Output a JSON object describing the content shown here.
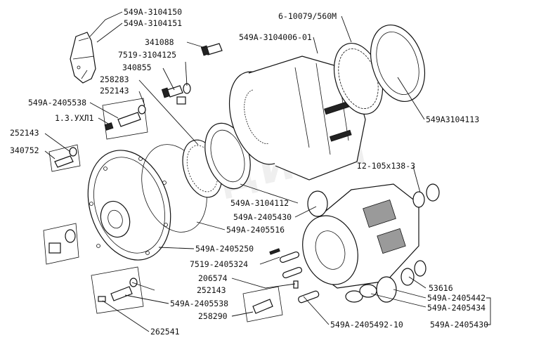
{
  "watermark": "ДИАЛ",
  "labels": {
    "p549A_3104150": "549A-3104150",
    "p549A_3104151": "549A-3104151",
    "p6_10079_560M": "6-10079/560M",
    "p549A_3104006_01": "549A-3104006-01",
    "p341088": "341088",
    "p7519_3104125": "7519-3104125",
    "p340855": "340855",
    "p258283": "258283",
    "p252143_a": "252143",
    "p549A_2405538_a": "549A-2405538",
    "p1_3_UHL1": "1.3.УХЛ1",
    "p252143_b": "252143",
    "p340752": "340752",
    "p549A3104113": "549A3104113",
    "pI2_105x138_3": "I2-105x138-3",
    "p549A_3104112": "549A-3104112",
    "p549A_2405430_a": "549A-2405430",
    "p549A_2405516": "549A-2405516",
    "p549A_2405250": "549A-2405250",
    "p7519_2405324": "7519-2405324",
    "p206574": "206574",
    "p252143_c": "252143",
    "p549A_2405538_b": "549A-2405538",
    "p258290": "258290",
    "p262541": "262541",
    "p549A_2405492_10": "549A-2405492-10",
    "p53616": "53616",
    "p549A_2405442": "549A-2405442",
    "p549A_2405434": "549A-2405434",
    "p549A_2405430_b": "549A-2405430"
  }
}
